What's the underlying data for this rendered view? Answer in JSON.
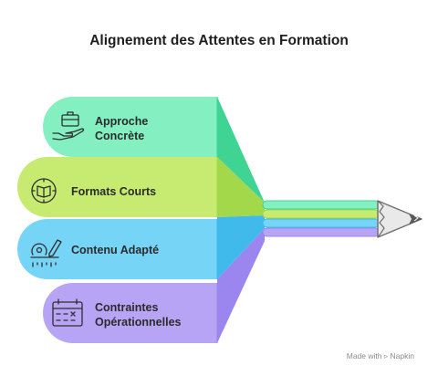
{
  "title": "Alignement des Attentes en Formation",
  "items": [
    {
      "line1": "Approche",
      "line2": "Concrète",
      "icon": "briefcase-hand-icon",
      "color": "#84f0c2",
      "ribbon": "#3fd494"
    },
    {
      "line1": "Formats Courts",
      "line2": "",
      "icon": "clock-book-icon",
      "color": "#c7eb70",
      "ribbon": "#a3d84a"
    },
    {
      "line1": "Contenu Adapté",
      "line2": "",
      "icon": "tape-measure-pencil-icon",
      "color": "#76d4f7",
      "ribbon": "#3fbaea"
    },
    {
      "line1": "Contraintes",
      "line2": "Opérationnelles",
      "icon": "calendar-icon",
      "color": "#b8a4f5",
      "ribbon": "#9b85ee"
    }
  ],
  "credit": {
    "made_with": "Made with",
    "brand": "Napkin"
  }
}
